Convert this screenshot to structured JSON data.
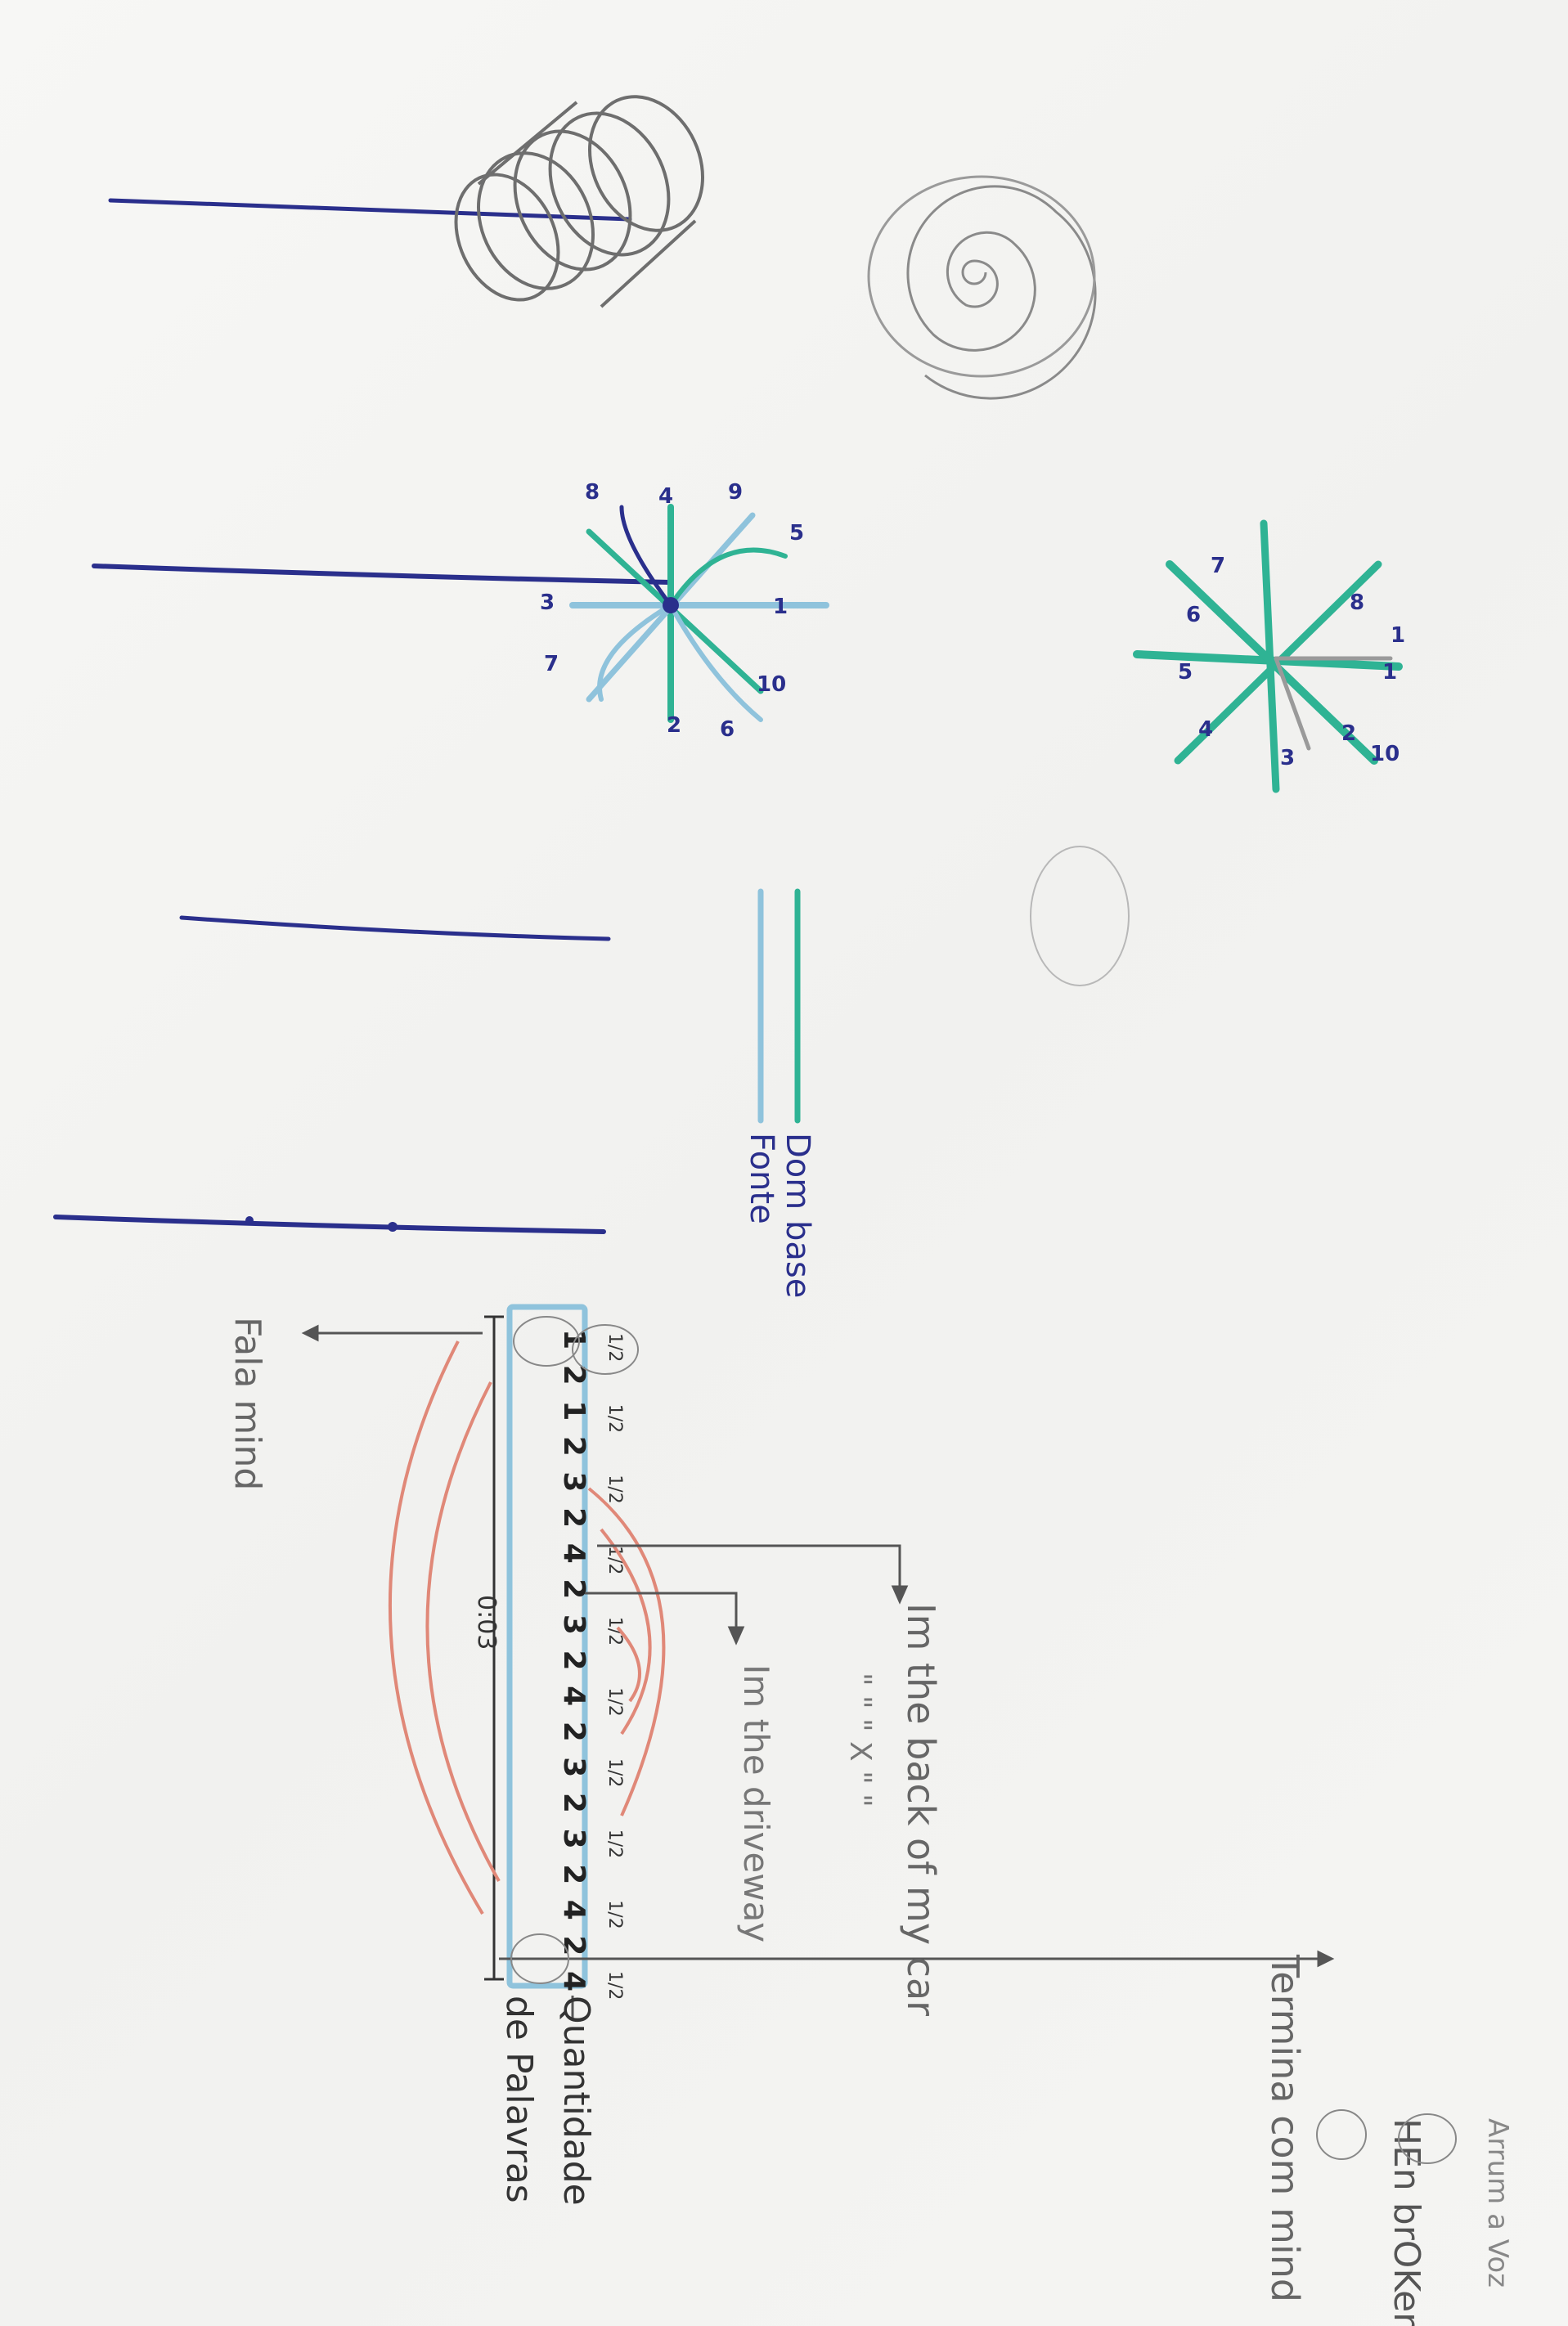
{
  "colors": {
    "paper": "#f4f4f2",
    "ink_blue": "#2a2f8c",
    "pencil": "#8a8a8a",
    "teal": "#2fb394",
    "light_blue": "#8fc3dc",
    "red_pencil": "#e08878",
    "dark_ink": "#222222"
  },
  "notes": {
    "title": "HEn brOKen",
    "legend_green": "Dom base",
    "legend_blue": "Fonte",
    "annotation_1": "Im the back of my car",
    "annotation_1_repeat": "\"   \"   \"   X   \"   \"",
    "annotation_2": "Im the driveway",
    "words_count_1": "Quantidade",
    "words_count_2": "de Palavras",
    "start_label": "Fala mind",
    "end_label": "Termina com mind",
    "footer_scribble": "Arrum a Voz",
    "time_label": "0:03"
  },
  "rhythm": {
    "beats": [
      "1",
      "2",
      "1",
      "2",
      "3",
      "2",
      "4",
      "2",
      "3",
      "2",
      "4",
      "2",
      "3",
      "2",
      "3",
      "2",
      "4",
      "2",
      "4"
    ],
    "fractions": [
      "1/2",
      "1/2",
      "1/2",
      "1/2",
      "1/2",
      "1/2",
      "1/2",
      "1/2",
      "1/2",
      "1/2"
    ]
  },
  "star_top_numbers": [
    "1",
    "2",
    "3",
    "4",
    "5",
    "6",
    "7",
    "8",
    "10"
  ],
  "star_mid_numbers": [
    "1",
    "2",
    "3",
    "4",
    "5",
    "6",
    "7",
    "8",
    "9",
    "10"
  ],
  "icons": [
    "spiral-icon",
    "spring-coil-icon",
    "star-burst-icon",
    "curled-star-icon",
    "arrow-icon"
  ]
}
